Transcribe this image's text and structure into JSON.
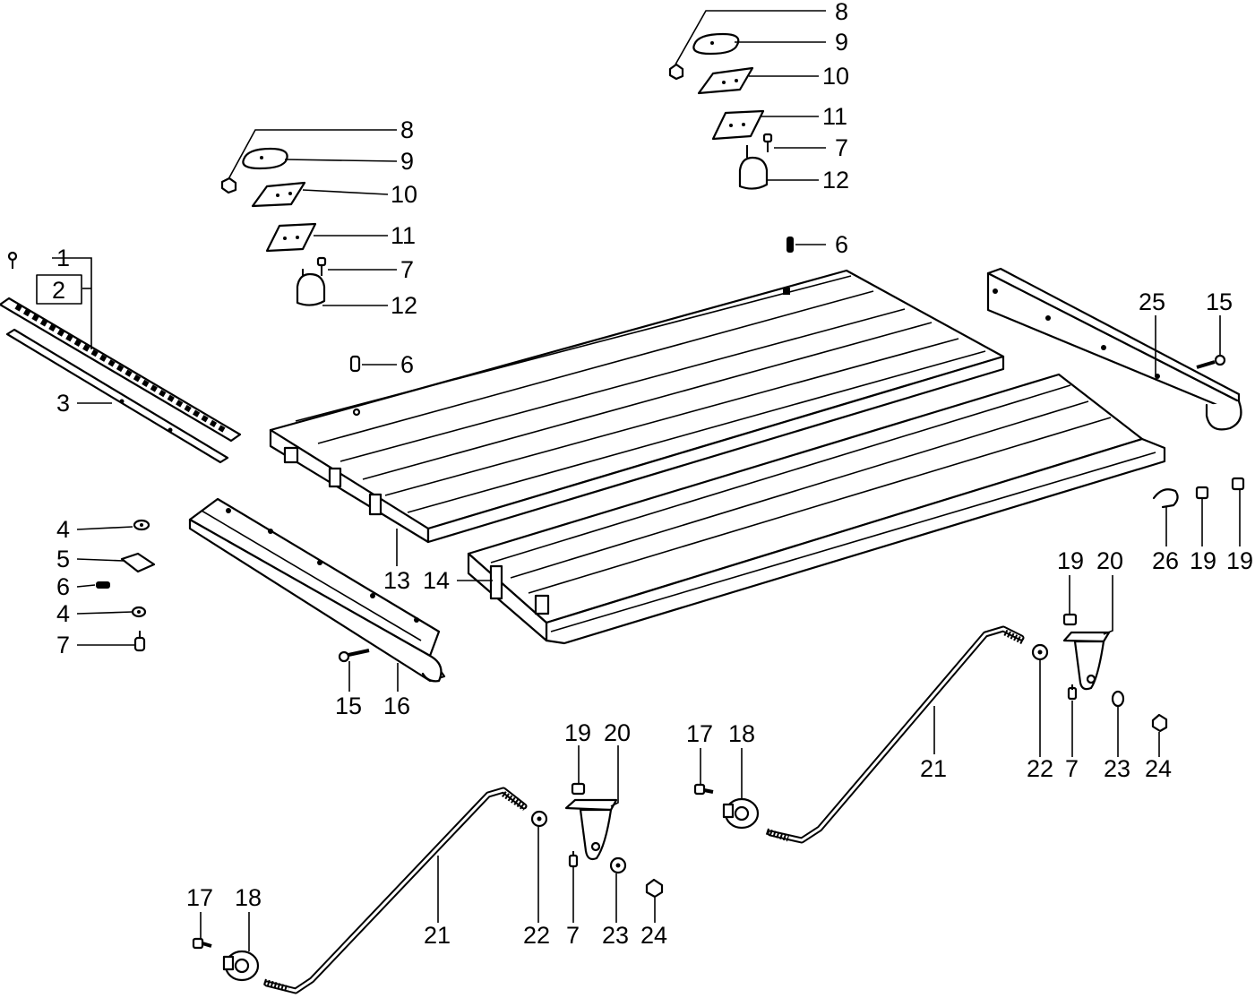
{
  "callouts": {
    "n1": "1",
    "n2": "2",
    "n3": "3",
    "n4a": "4",
    "n5": "5",
    "n6a": "6",
    "n4b": "4",
    "n7a": "7",
    "n8a": "8",
    "n9a": "9",
    "n10a": "10",
    "n11a": "11",
    "n7b": "7",
    "n12a": "12",
    "n6b": "6",
    "n8b": "8",
    "n9b": "9",
    "n10b": "10",
    "n11b": "11",
    "n7c": "7",
    "n12b": "12",
    "n6c": "6",
    "n13": "13",
    "n14": "14",
    "n15a": "15",
    "n16": "16",
    "n25": "25",
    "n15b": "15",
    "n26": "26",
    "n19a": "19",
    "n19b": "19",
    "n19c": "19",
    "n20a": "20",
    "n22a": "22",
    "n7d": "7",
    "n23a": "23",
    "n24a": "24",
    "n21a": "21",
    "n17a": "17",
    "n18a": "18",
    "n19d": "19",
    "n20b": "20",
    "n17b": "17",
    "n18b": "18",
    "n21b": "21",
    "n22b": "22",
    "n7e": "7",
    "n23b": "23",
    "n24b": "24"
  }
}
